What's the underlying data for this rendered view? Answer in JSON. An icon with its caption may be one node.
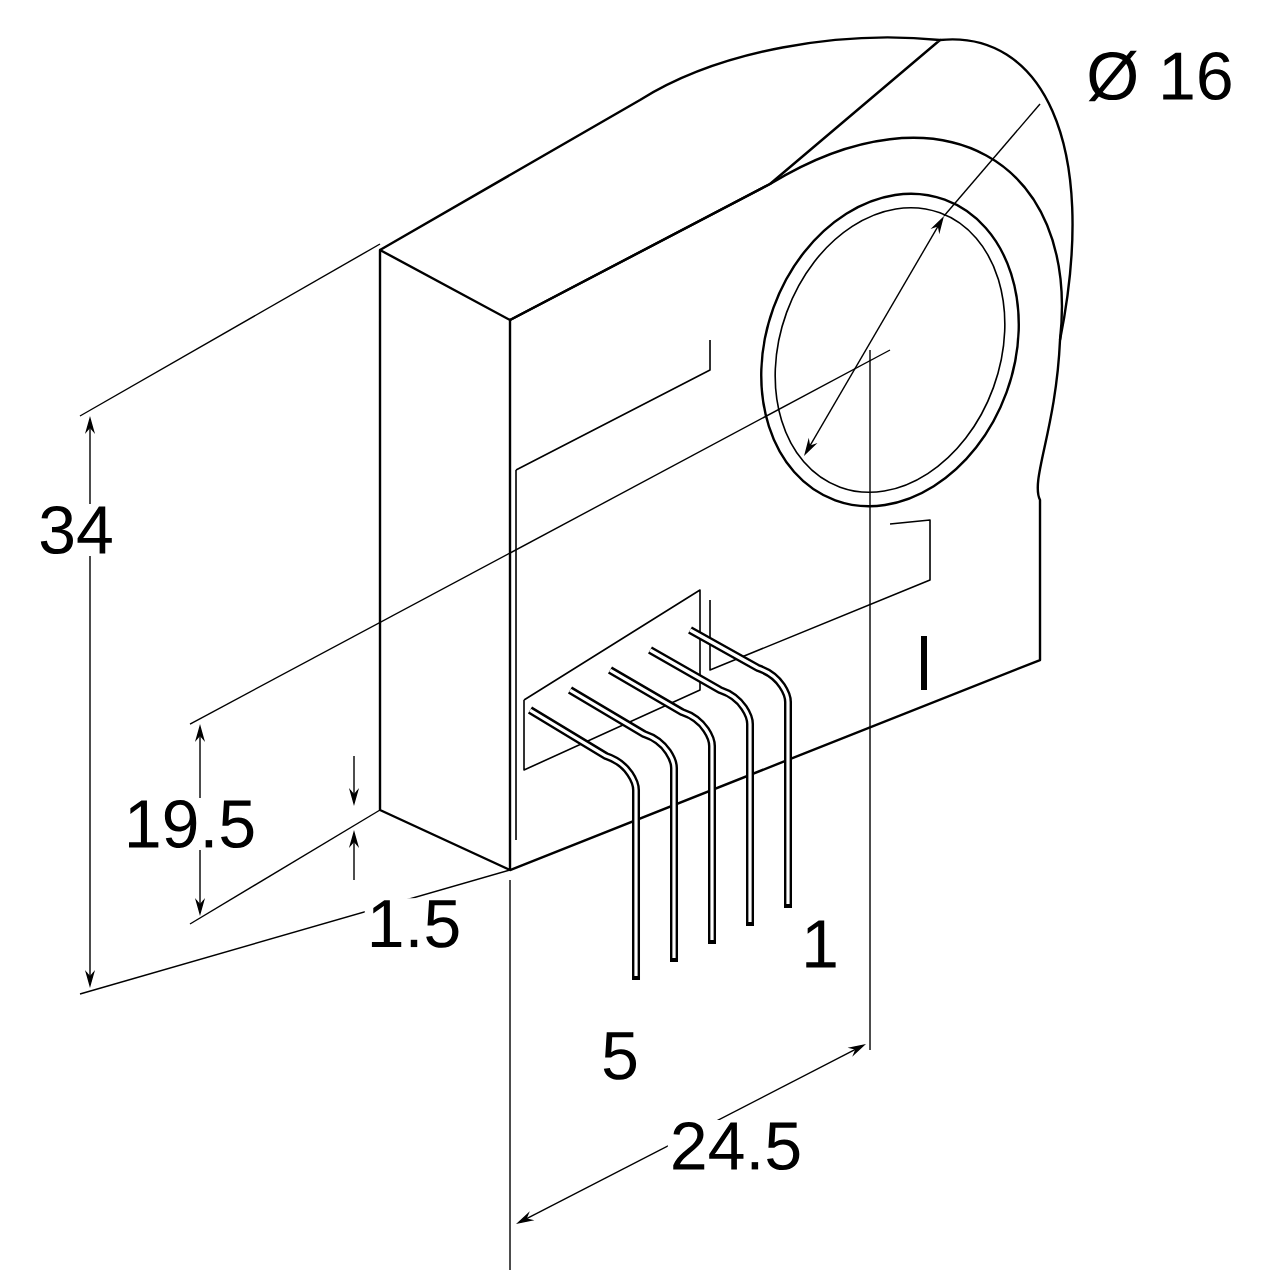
{
  "diagram": {
    "labels": [
      "Ø 16",
      "34",
      "19.5",
      "1.5",
      "1",
      "5",
      "24.5"
    ]
  }
}
